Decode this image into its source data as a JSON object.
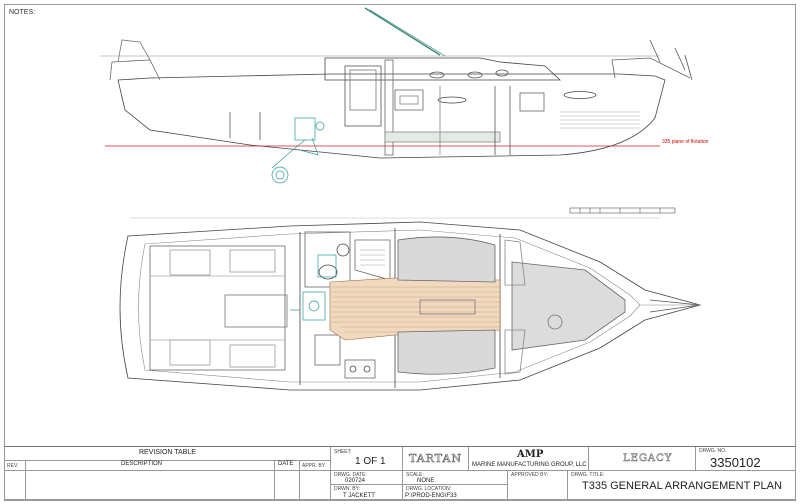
{
  "notes_label": "NOTES:",
  "annotations": {
    "flotation": "335 plane of flotation"
  },
  "revision_table": {
    "title": "REVISION TABLE",
    "columns": [
      "REV.",
      "DESCRIPTION",
      "DATE",
      "APPR. BY"
    ]
  },
  "title_block": {
    "sheet_label": "SHEET:",
    "sheet_value": "1 OF 1",
    "drwg_date_label": "DRWG. DATE:",
    "drwg_date_value": "020724",
    "drawn_by_label": "DRWN. BY:",
    "drawn_by_value": "T JACKETT",
    "scale_label": "SCALE:",
    "scale_value": "NONE",
    "location_label": "DRWG. LOCATION:",
    "location_value": "P:\\PROD-ENG\\F33",
    "company_logo": "AMP",
    "company_name": "MARINE MANUFACTURING GROUP, LLC",
    "approved_label": "APPROVED BY:",
    "brand_left": "TARTAN",
    "brand_right": "LEGACY",
    "drwg_no_label": "DRWG. NO.",
    "drwg_no_value": "3350102",
    "drwg_title_label": "DRWG. TITLE:",
    "drwg_title_value": "T335 GENERAL ARRANGEMENT PLAN"
  }
}
